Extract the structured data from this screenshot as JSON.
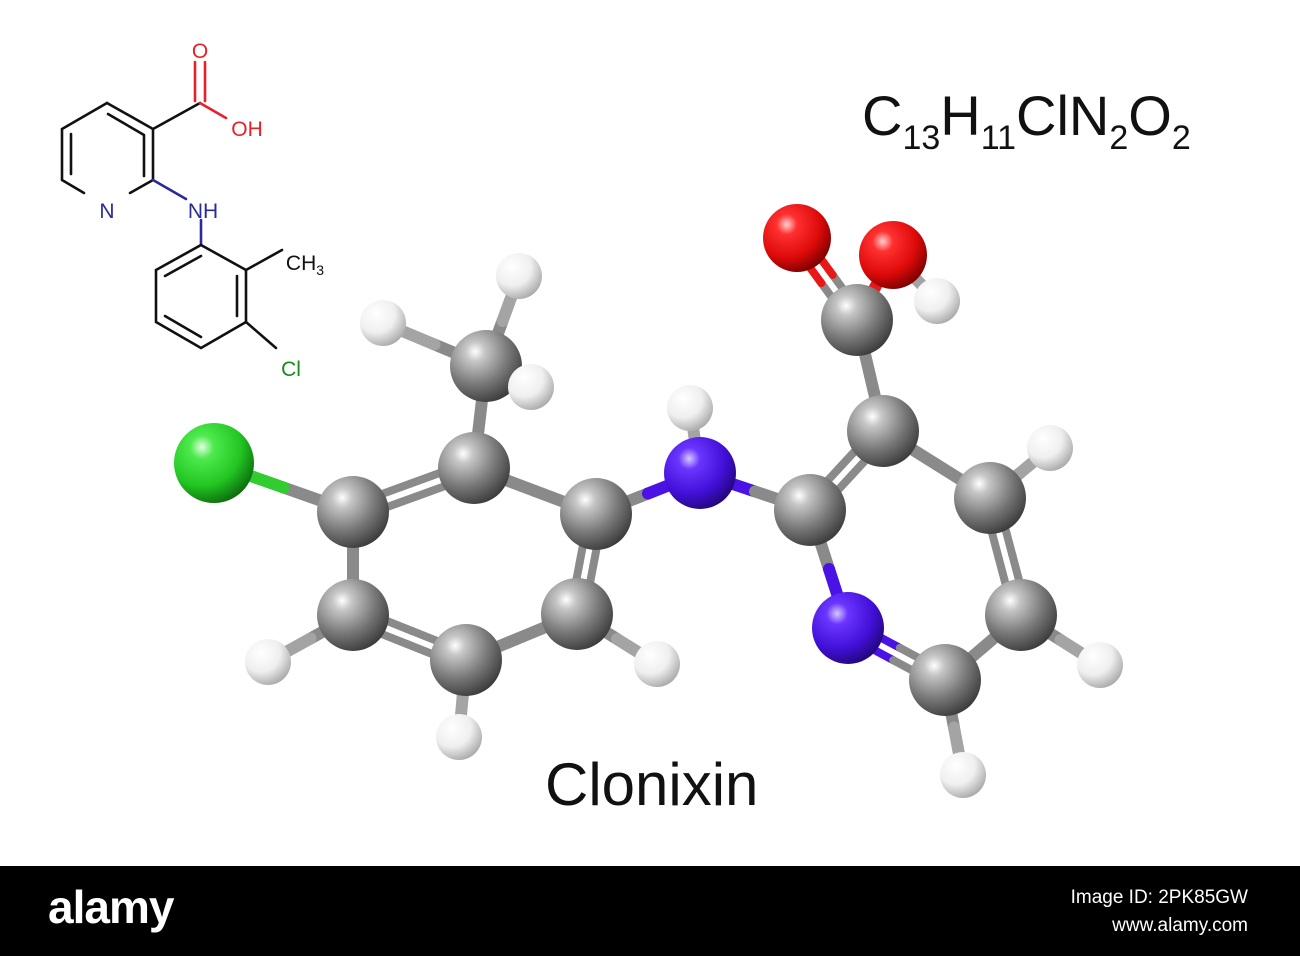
{
  "molecule": {
    "name": "Clonixin",
    "formula_parts": [
      {
        "t": "C"
      },
      {
        "t": "13",
        "sub": true
      },
      {
        "t": "H"
      },
      {
        "t": "11",
        "sub": true
      },
      {
        "t": "ClN"
      },
      {
        "t": "2",
        "sub": true
      },
      {
        "t": "O"
      },
      {
        "t": "2",
        "sub": true
      }
    ]
  },
  "skeletal_labels": {
    "carbonyl_o": "O",
    "hydroxyl": "OH",
    "ring_n": "N",
    "amine": "NH",
    "methyl": "CH",
    "methyl_sub": "3",
    "chlorine": "Cl"
  },
  "watermark": {
    "brand": "alamy",
    "image_id": "Image ID: 2PK85GW",
    "url": "www.alamy.com"
  },
  "colors": {
    "carbon": "#7f7f7f",
    "hydrogen": "#ffffff",
    "nitrogen": "#4b12e6",
    "oxygen": "#ee1010",
    "chlorine": "#2bd52b",
    "skeletal_oxygen": "#e8202a",
    "skeletal_nitrogen": "#2a2a9a",
    "skeletal_chlorine": "#1a8a1a"
  },
  "atoms": [
    {
      "id": "C1",
      "el": "C"
    },
    {
      "id": "C2",
      "el": "C"
    },
    {
      "id": "C3",
      "el": "C"
    },
    {
      "id": "C4",
      "el": "C"
    },
    {
      "id": "C5",
      "el": "C"
    },
    {
      "id": "C6",
      "el": "C"
    },
    {
      "id": "C7",
      "el": "C"
    },
    {
      "id": "Cl1",
      "el": "Cl"
    },
    {
      "id": "N1",
      "el": "N"
    },
    {
      "id": "C8",
      "el": "C"
    },
    {
      "id": "N2",
      "el": "N"
    },
    {
      "id": "C9",
      "el": "C"
    },
    {
      "id": "C10",
      "el": "C"
    },
    {
      "id": "C11",
      "el": "C"
    },
    {
      "id": "C12",
      "el": "C"
    },
    {
      "id": "C13",
      "el": "C"
    },
    {
      "id": "O1",
      "el": "O"
    },
    {
      "id": "O2",
      "el": "O"
    },
    {
      "id": "H1",
      "el": "H"
    },
    {
      "id": "H2",
      "el": "H"
    },
    {
      "id": "H3",
      "el": "H"
    },
    {
      "id": "H4",
      "el": "H"
    },
    {
      "id": "H5",
      "el": "H"
    },
    {
      "id": "H6",
      "el": "H"
    },
    {
      "id": "H7",
      "el": "H"
    },
    {
      "id": "H8",
      "el": "H"
    },
    {
      "id": "H9",
      "el": "H"
    },
    {
      "id": "H10",
      "el": "H"
    },
    {
      "id": "H11",
      "el": "H"
    }
  ],
  "bonds": [
    [
      "C1",
      "C2",
      1
    ],
    [
      "C2",
      "C3",
      2
    ],
    [
      "C3",
      "C4",
      1
    ],
    [
      "C4",
      "C5",
      2
    ],
    [
      "C5",
      "C6",
      1
    ],
    [
      "C6",
      "C1",
      2
    ],
    [
      "C2",
      "C7",
      1
    ],
    [
      "C3",
      "Cl1",
      1
    ],
    [
      "C1",
      "N1",
      1
    ],
    [
      "N1",
      "C8",
      1
    ],
    [
      "C8",
      "N2",
      1
    ],
    [
      "N2",
      "C9",
      2
    ],
    [
      "C9",
      "C10",
      1
    ],
    [
      "C10",
      "C11",
      2
    ],
    [
      "C11",
      "C12",
      1
    ],
    [
      "C12",
      "C8",
      2
    ],
    [
      "C12",
      "C13",
      1
    ],
    [
      "C13",
      "O1",
      2
    ],
    [
      "C13",
      "O2",
      1
    ],
    [
      "C7",
      "H1",
      1
    ],
    [
      "C7",
      "H2",
      1
    ],
    [
      "C7",
      "H3",
      1
    ],
    [
      "C4",
      "H4",
      1
    ],
    [
      "C5",
      "H5",
      1
    ],
    [
      "C6",
      "H6",
      1
    ],
    [
      "N1",
      "H7",
      1
    ],
    [
      "C11",
      "H8",
      1
    ],
    [
      "C10",
      "H9",
      1
    ],
    [
      "C9",
      "H10",
      1
    ],
    [
      "O2",
      "H11",
      1
    ]
  ]
}
